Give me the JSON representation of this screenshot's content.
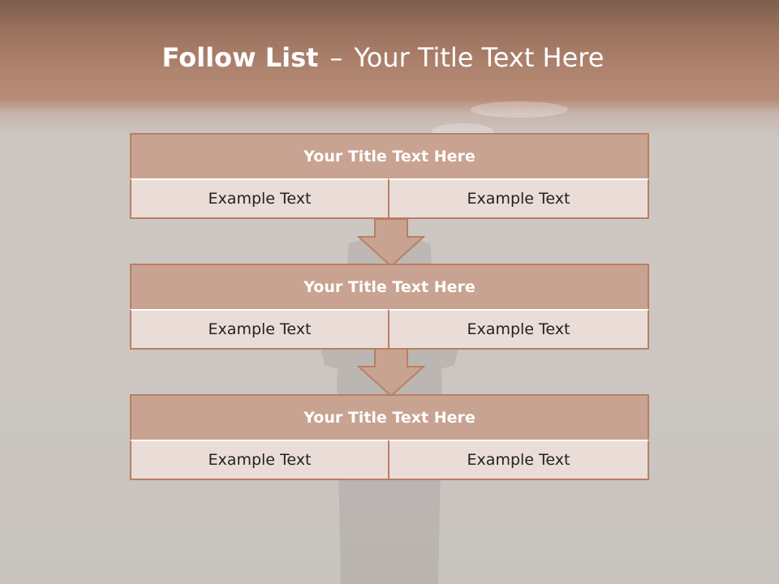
{
  "title": {
    "bold": "Follow List",
    "separator": "–",
    "rest": "Your Title Text Here"
  },
  "blocks": [
    {
      "title": "Your Title Text Here",
      "left": "Example Text",
      "right": "Example Text"
    },
    {
      "title": "Your Title Text Here",
      "left": "Example Text",
      "right": "Example Text"
    },
    {
      "title": "Your Title Text Here",
      "left": "Example Text",
      "right": "Example Text"
    }
  ],
  "colors": {
    "accent": "#b97f62",
    "header_fill": "#c9a391",
    "cell_fill": "#eaddd8",
    "banner": "#a87b65"
  }
}
